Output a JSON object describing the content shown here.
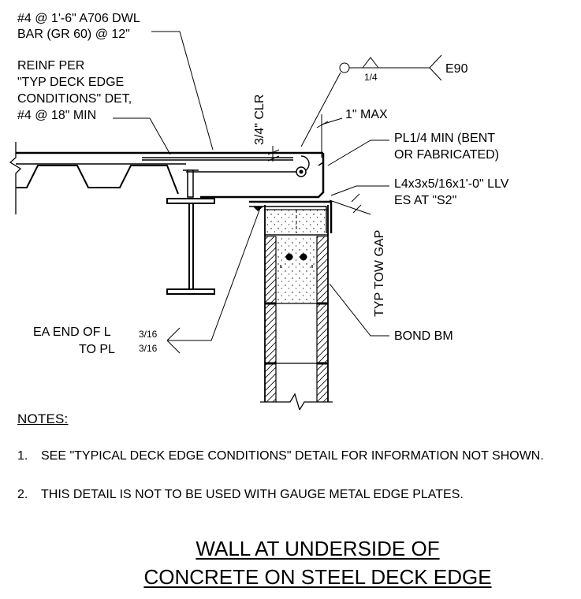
{
  "callouts": {
    "dowel_1": "#4 @ 1'-6\" A706 DWL",
    "dowel_2": "BAR (GR 60) @ 12\"",
    "reinf_1": "REINF PER",
    "reinf_2": "\"TYP DECK EDGE",
    "reinf_3": "CONDITIONS\" DET,",
    "reinf_4": "#4 @ 18\" MIN",
    "clearance": "3/4\" CLR",
    "weld_top_size": "1/4",
    "weld_electrode": "E90",
    "max_gap": "1\" MAX",
    "plate_1": "PL1/4 MIN (BENT",
    "plate_2": "OR FABRICATED)",
    "angle_1": "L4x3x5/16x1'-0\" LLV",
    "angle_2": "ES AT \"S2\"",
    "tow_gap": "TYP TOW GAP",
    "bond_beam": "BOND BM",
    "end_weld_1": "EA END OF L",
    "end_weld_2": "TO PL",
    "end_weld_size_top": "3/16",
    "end_weld_size_bottom": "3/16"
  },
  "notes": {
    "title": "NOTES:",
    "items": [
      {
        "num": "1.",
        "text": "SEE \"TYPICAL DECK EDGE CONDITIONS\" DETAIL FOR INFORMATION NOT SHOWN."
      },
      {
        "num": "2.",
        "text": "THIS DETAIL IS NOT TO BE USED WITH GAUGE METAL EDGE PLATES."
      }
    ]
  },
  "title": {
    "line1": "WALL AT UNDERSIDE OF",
    "line2": "CONCRETE ON STEEL DECK EDGE"
  }
}
